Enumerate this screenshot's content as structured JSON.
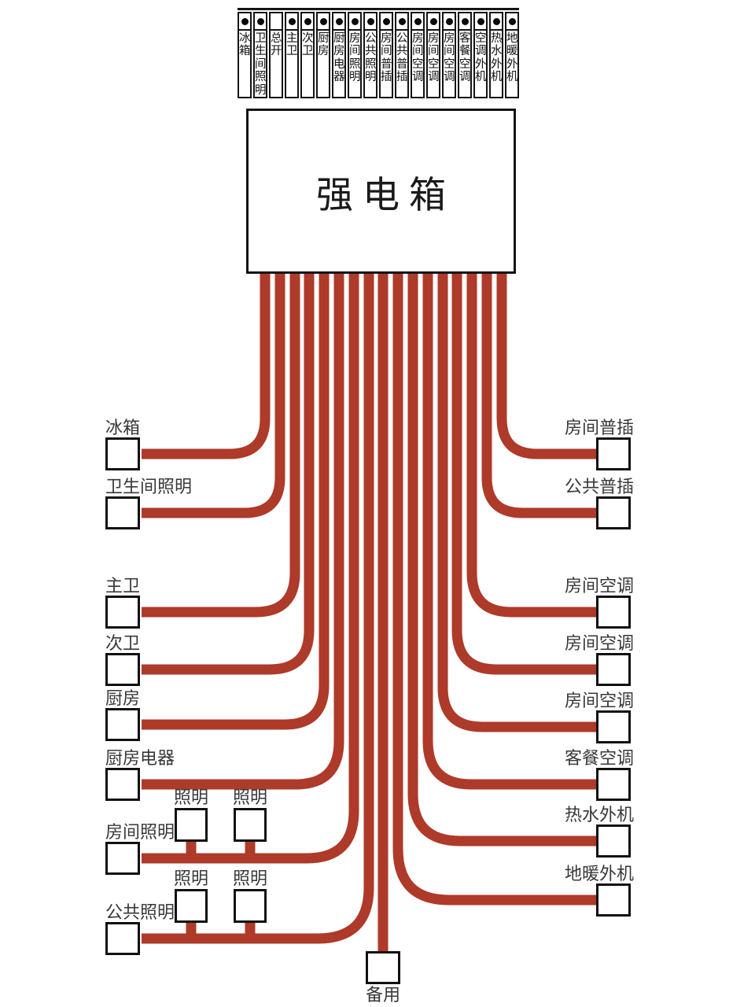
{
  "colors": {
    "wire": "#ae3a29",
    "line": "#141414",
    "label_text": "#383838",
    "background": "#ffffff"
  },
  "panel": {
    "title": "强电箱",
    "breakers": [
      {
        "label": "冰箱",
        "has_dot": true
      },
      {
        "label": "卫生间照明",
        "has_dot": true
      },
      {
        "label": "总开",
        "has_dot": false
      },
      {
        "label": "主卫",
        "has_dot": true
      },
      {
        "label": "次卫",
        "has_dot": true
      },
      {
        "label": "厨房",
        "has_dot": true
      },
      {
        "label": "厨房电器",
        "has_dot": true
      },
      {
        "label": "房间照明",
        "has_dot": true
      },
      {
        "label": "公共照明",
        "has_dot": true
      },
      {
        "label": "房间普插",
        "has_dot": true
      },
      {
        "label": "公共普插",
        "has_dot": true
      },
      {
        "label": "房间空调",
        "has_dot": true
      },
      {
        "label": "房间空调",
        "has_dot": true
      },
      {
        "label": "房间空调",
        "has_dot": true
      },
      {
        "label": "客餐空调",
        "has_dot": true
      },
      {
        "label": "空调外机",
        "has_dot": true
      },
      {
        "label": "热水外机",
        "has_dot": true
      },
      {
        "label": "地暖外机",
        "has_dot": true
      }
    ]
  },
  "left_circuits": [
    {
      "label": "冰箱"
    },
    {
      "label": "卫生间照明"
    },
    {
      "label": "主卫"
    },
    {
      "label": "次卫"
    },
    {
      "label": "厨房"
    },
    {
      "label": "厨房电器"
    },
    {
      "label": "房间照明"
    },
    {
      "label": "公共照明"
    }
  ],
  "right_circuits": [
    {
      "label": "房间普插"
    },
    {
      "label": "公共普插"
    },
    {
      "label": "房间空调"
    },
    {
      "label": "房间空调"
    },
    {
      "label": "房间空调"
    },
    {
      "label": "客餐空调"
    },
    {
      "label": "热水外机"
    },
    {
      "label": "地暖外机"
    }
  ],
  "light_sub_units": [
    {
      "label": "照明"
    },
    {
      "label": "照明"
    },
    {
      "label": "照明"
    },
    {
      "label": "照明"
    }
  ],
  "spare": {
    "label": "备用"
  }
}
